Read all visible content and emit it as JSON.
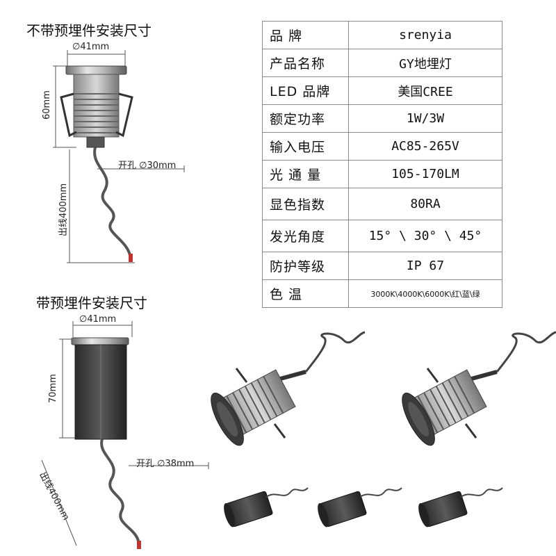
{
  "section1": {
    "title": "不带预埋件安装尺寸",
    "diameter": "∅41mm",
    "height": "60mm",
    "hole": "开孔 ∅30mm",
    "cable": "出线400mm"
  },
  "section2": {
    "title": "带预埋件安装尺寸",
    "diameter": "∅41mm",
    "height": "70mm",
    "hole": "开孔 ∅38mm",
    "cable": "出线400mm"
  },
  "specs": [
    {
      "key": "品    牌",
      "value": "srenyia"
    },
    {
      "key": "产品名称",
      "value": "GY地埋灯"
    },
    {
      "key": "LED 品牌",
      "value": "美国CREE"
    },
    {
      "key": "额定功率",
      "value": "1W/3W"
    },
    {
      "key": "输入电压",
      "value": "AC85-265V"
    },
    {
      "key": "光 通 量",
      "value": "105-170LM"
    },
    {
      "key": "显色指数",
      "value": "80RA"
    },
    {
      "key": "发光角度",
      "value": "15° \\ 30° \\ 45°"
    },
    {
      "key": "防护等级",
      "value": "IP 67"
    },
    {
      "key": "色    温",
      "value": "3000K\\4000K\\6000K\\红\\蓝\\绿"
    }
  ]
}
